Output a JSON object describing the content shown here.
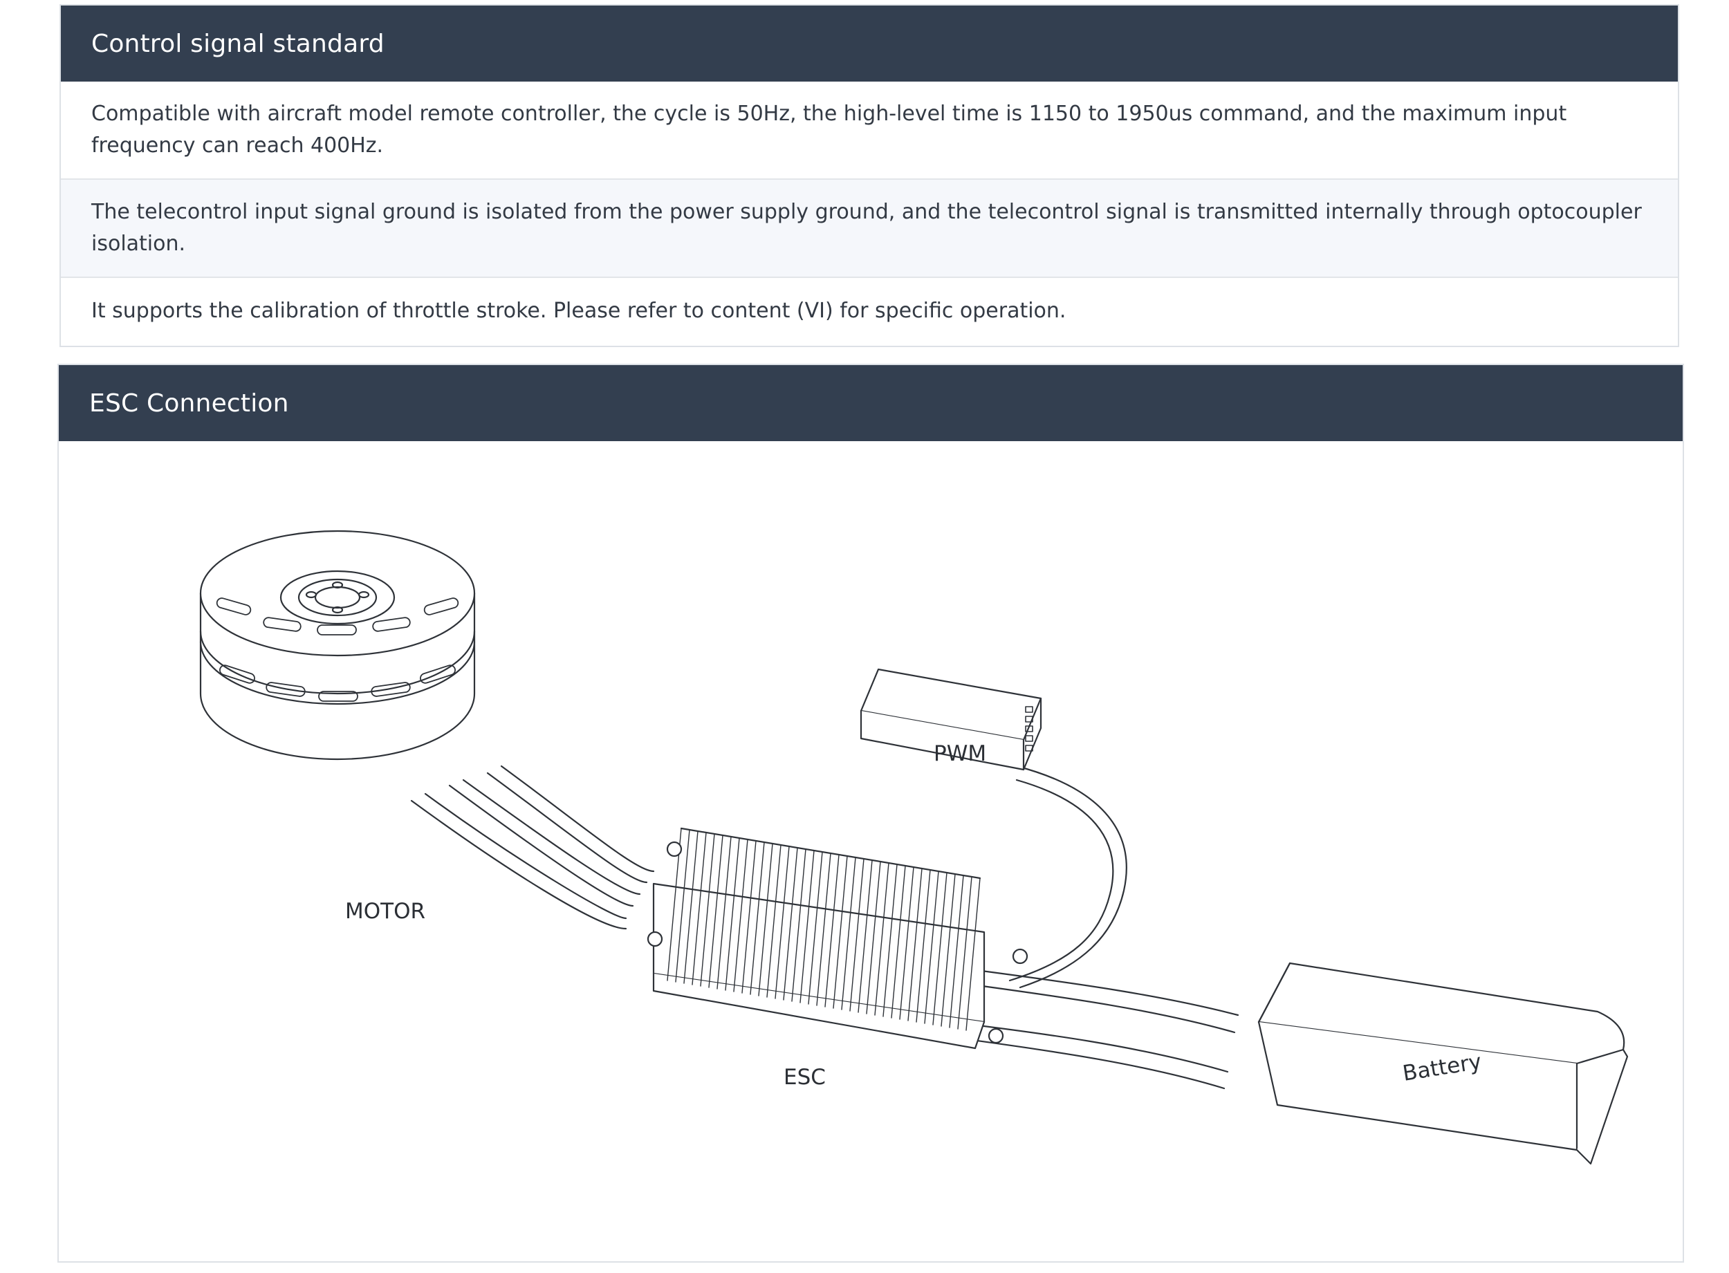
{
  "control_signal": {
    "title": "Control signal standard",
    "rows": [
      "Compatible with aircraft model remote controller, the cycle is 50Hz, the high-level time is 1150 to 1950us command, and the maximum input frequency can reach 400Hz.",
      "The telecontrol input signal ground is isolated from the power supply ground, and the telecontrol signal is transmitted internally through optocoupler isolation.",
      "It supports the calibration of throttle stroke. Please refer to content (VI) for specific operation."
    ]
  },
  "esc_connection": {
    "title": "ESC Connection",
    "labels": {
      "motor": "MOTOR",
      "pwm": "PWM",
      "esc": "ESC",
      "battery": "Battery"
    }
  }
}
